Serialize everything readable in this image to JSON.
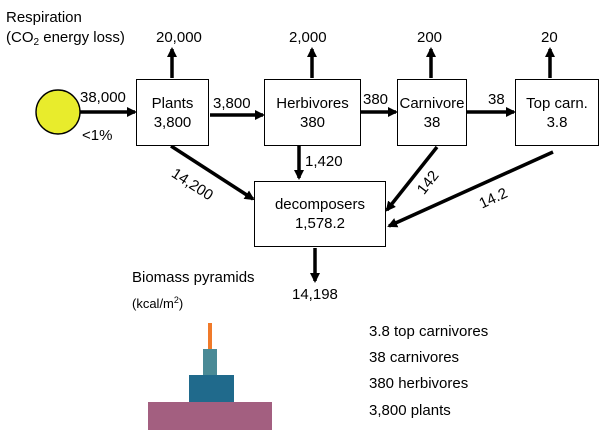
{
  "respiration": {
    "title": "Respiration",
    "subtitle_pre": "(CO",
    "subtitle_sub": "2",
    "subtitle_post": " energy loss)",
    "values": [
      "20,000",
      "2,000",
      "200",
      "20"
    ]
  },
  "sun": {
    "input": "38,000",
    "efficiency": "<1%",
    "color": "#e8ec2c"
  },
  "levels": [
    {
      "name": "Plants",
      "value": "3,800"
    },
    {
      "name": "Herbivores",
      "value": "380"
    },
    {
      "name": "Carnivore",
      "value": "38"
    },
    {
      "name": "Top carn.",
      "value": "3.8"
    }
  ],
  "transfers": [
    "3,800",
    "380",
    "38"
  ],
  "decomposers": {
    "name": "decomposers",
    "value": "1,578.2",
    "inflows": [
      "14,200",
      "1,420",
      "142",
      "14.2"
    ],
    "output": "14,198"
  },
  "pyramid": {
    "title": "Biomass pyramids",
    "unit_pre": "(kcal/m",
    "unit_sup": "2",
    "unit_post": ")",
    "labels": [
      "3.8 top carnivores",
      "38 carnivores",
      "380 herbivores",
      "3,800 plants"
    ],
    "colors": {
      "top_carnivores": "#f07a2a",
      "carnivores": "#4a8a96",
      "herbivores": "#206a8c",
      "plants": "#a35f80"
    }
  }
}
